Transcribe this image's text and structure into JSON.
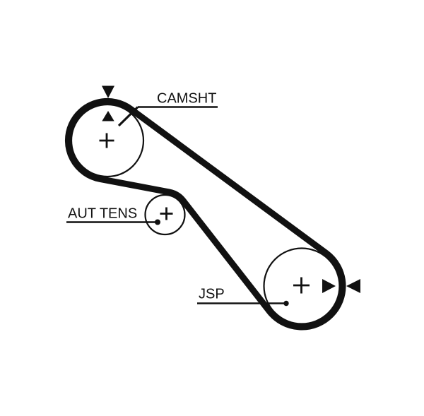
{
  "colors": {
    "background": "#ffffff",
    "line": "#111111"
  },
  "pulleys": [
    {
      "label": "CAMSHT"
    },
    {
      "label": "AUT TENS"
    },
    {
      "label": "JSP"
    }
  ],
  "markers": {
    "camshaft_timing": [
      "triangle-down",
      "triangle-up"
    ],
    "jsp_timing": [
      "triangle-right",
      "triangle-left"
    ],
    "center_mark": "plus-cross"
  }
}
